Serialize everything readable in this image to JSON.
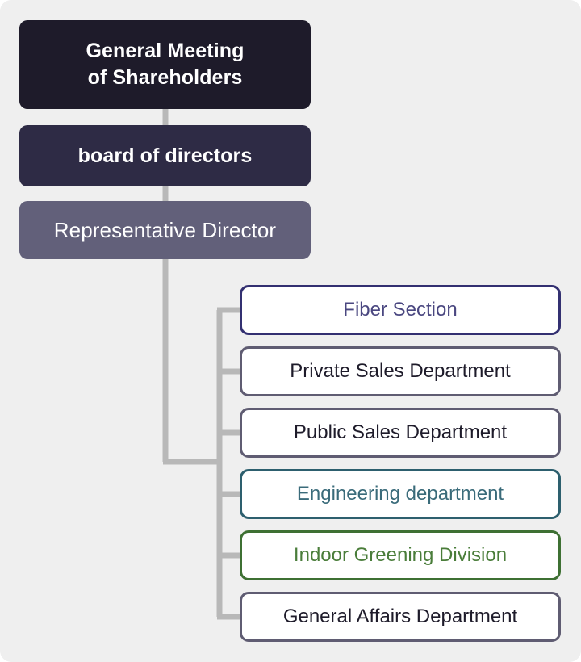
{
  "diagram": {
    "type": "organization-chart",
    "background_color": "#efefef",
    "connector_color": "#b8b8b8",
    "hierarchy": [
      {
        "id": "general-meeting",
        "label": "General Meeting\nof Shareholders",
        "fill_color": "#1e1b2a",
        "text_color": "#ffffff",
        "level": 1
      },
      {
        "id": "board-of-directors",
        "label": "board of directors",
        "fill_color": "#2e2b45",
        "text_color": "#ffffff",
        "level": 2
      },
      {
        "id": "representative-director",
        "label": "Representative Director",
        "fill_color": "#62607a",
        "text_color": "#ffffff",
        "level": 3
      }
    ],
    "departments": [
      {
        "id": "fiber-section",
        "label": "Fiber Section",
        "border_color": "#333071",
        "text_color": "#4a4780",
        "fill_color": "#ffffff"
      },
      {
        "id": "private-sales-department",
        "label": "Private Sales Department",
        "border_color": "#5f5c72",
        "text_color": "#1e1b2a",
        "fill_color": "#ffffff"
      },
      {
        "id": "public-sales-department",
        "label": "Public Sales Department",
        "border_color": "#5f5c72",
        "text_color": "#1e1b2a",
        "fill_color": "#ffffff"
      },
      {
        "id": "engineering-department",
        "label": "Engineering department",
        "border_color": "#2d5f6e",
        "text_color": "#3a6b7a",
        "fill_color": "#ffffff"
      },
      {
        "id": "indoor-greening-division",
        "label": "Indoor Greening Division",
        "border_color": "#3e7033",
        "text_color": "#4a7d3a",
        "fill_color": "#ffffff"
      },
      {
        "id": "general-affairs-department",
        "label": "General Affairs Department",
        "border_color": "#5f5c72",
        "text_color": "#1e1b2a",
        "fill_color": "#ffffff"
      }
    ]
  }
}
